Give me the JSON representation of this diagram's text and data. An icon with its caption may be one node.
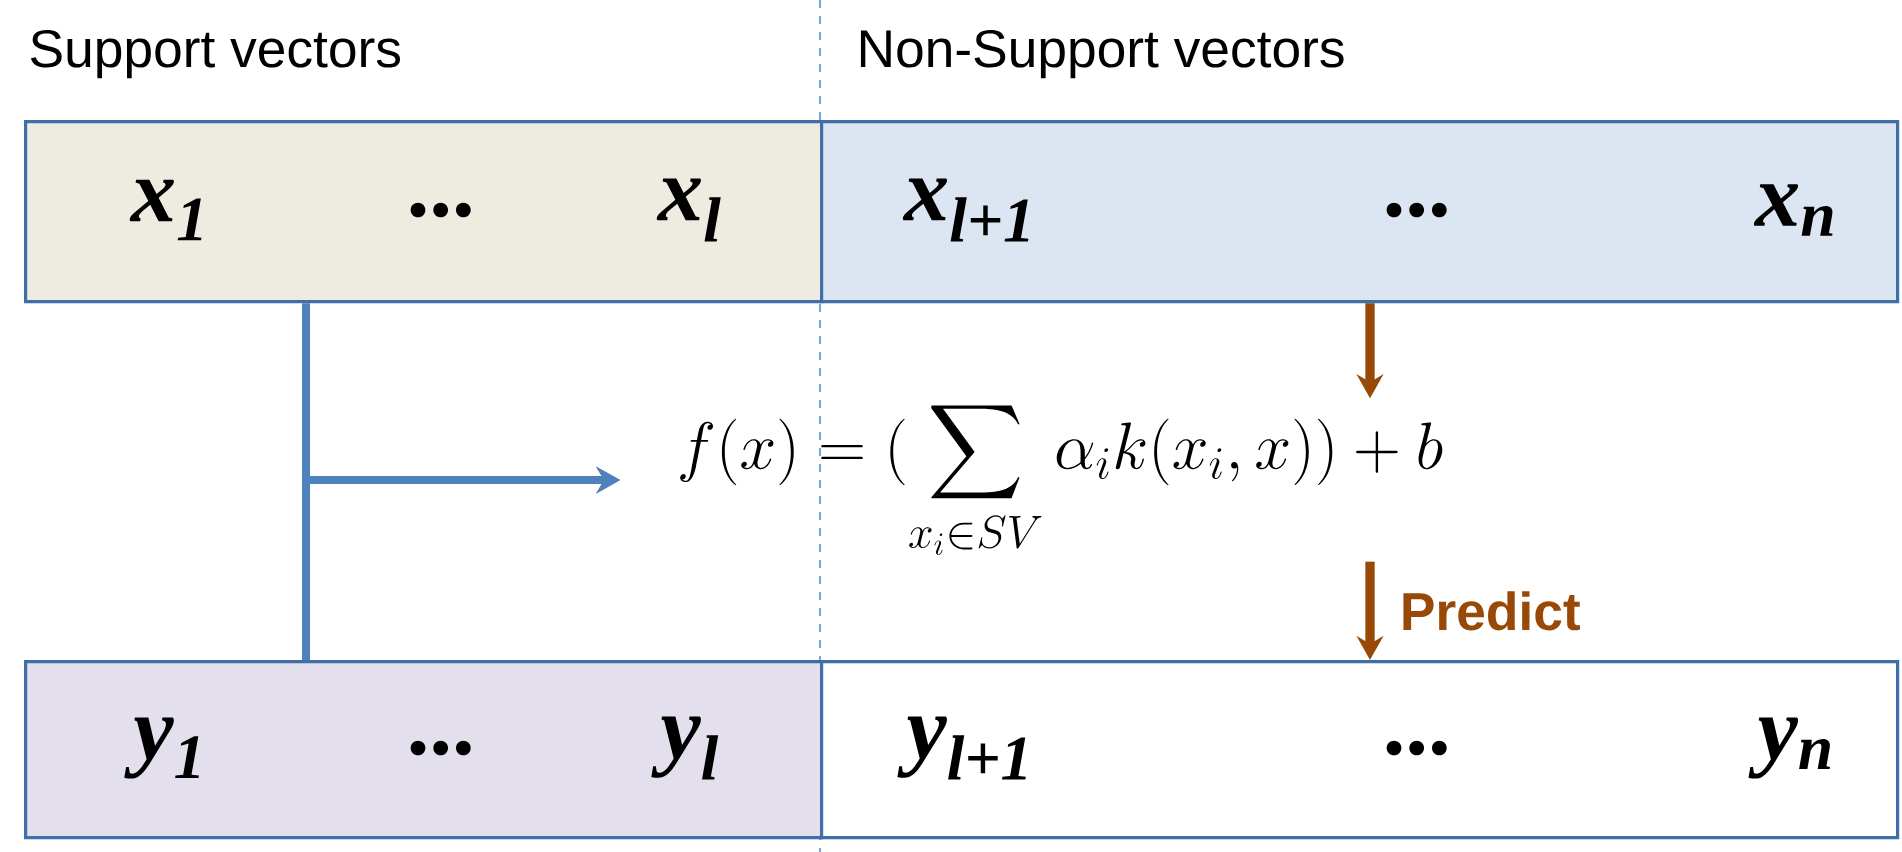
{
  "diagram": {
    "nodes": [
      {
        "text": [
          "x$_{1}$",
          "...",
          "x$_{l}$"
        ]
      },
      {
        "text": [
          "x$_{l+1}$",
          "...",
          "x$_{n}$"
        ]
      },
      {
        "text": [
          "f(x)=(\\sum_{x_i\\in SV}\\alpha_i k(x_i,x))+b"
        ]
      },
      {
        "text": [
          "y$_{1}$",
          "...",
          "y$_{l}$"
        ]
      },
      {
        "text": [
          "y$_{l+1}$",
          "...",
          "y$_{n}$"
        ]
      }
    ],
    "edges": [
      {
        "from": 0,
        "to": 2,
        "arrow": "to",
        "color": "#4f81bd"
      },
      {
        "from": 3,
        "to": 2,
        "arrow": "to",
        "color": "#4f81bd"
      },
      {
        "from": 1,
        "to": 2,
        "arrow": "to",
        "color": "#984807"
      },
      {
        "from": 2,
        "to": 4,
        "arrow": "to",
        "color": "#984807",
        "label": "Predict"
      }
    ],
    "labels": [
      "Support vectors",
      "Non-Support vectors"
    ]
  }
}
